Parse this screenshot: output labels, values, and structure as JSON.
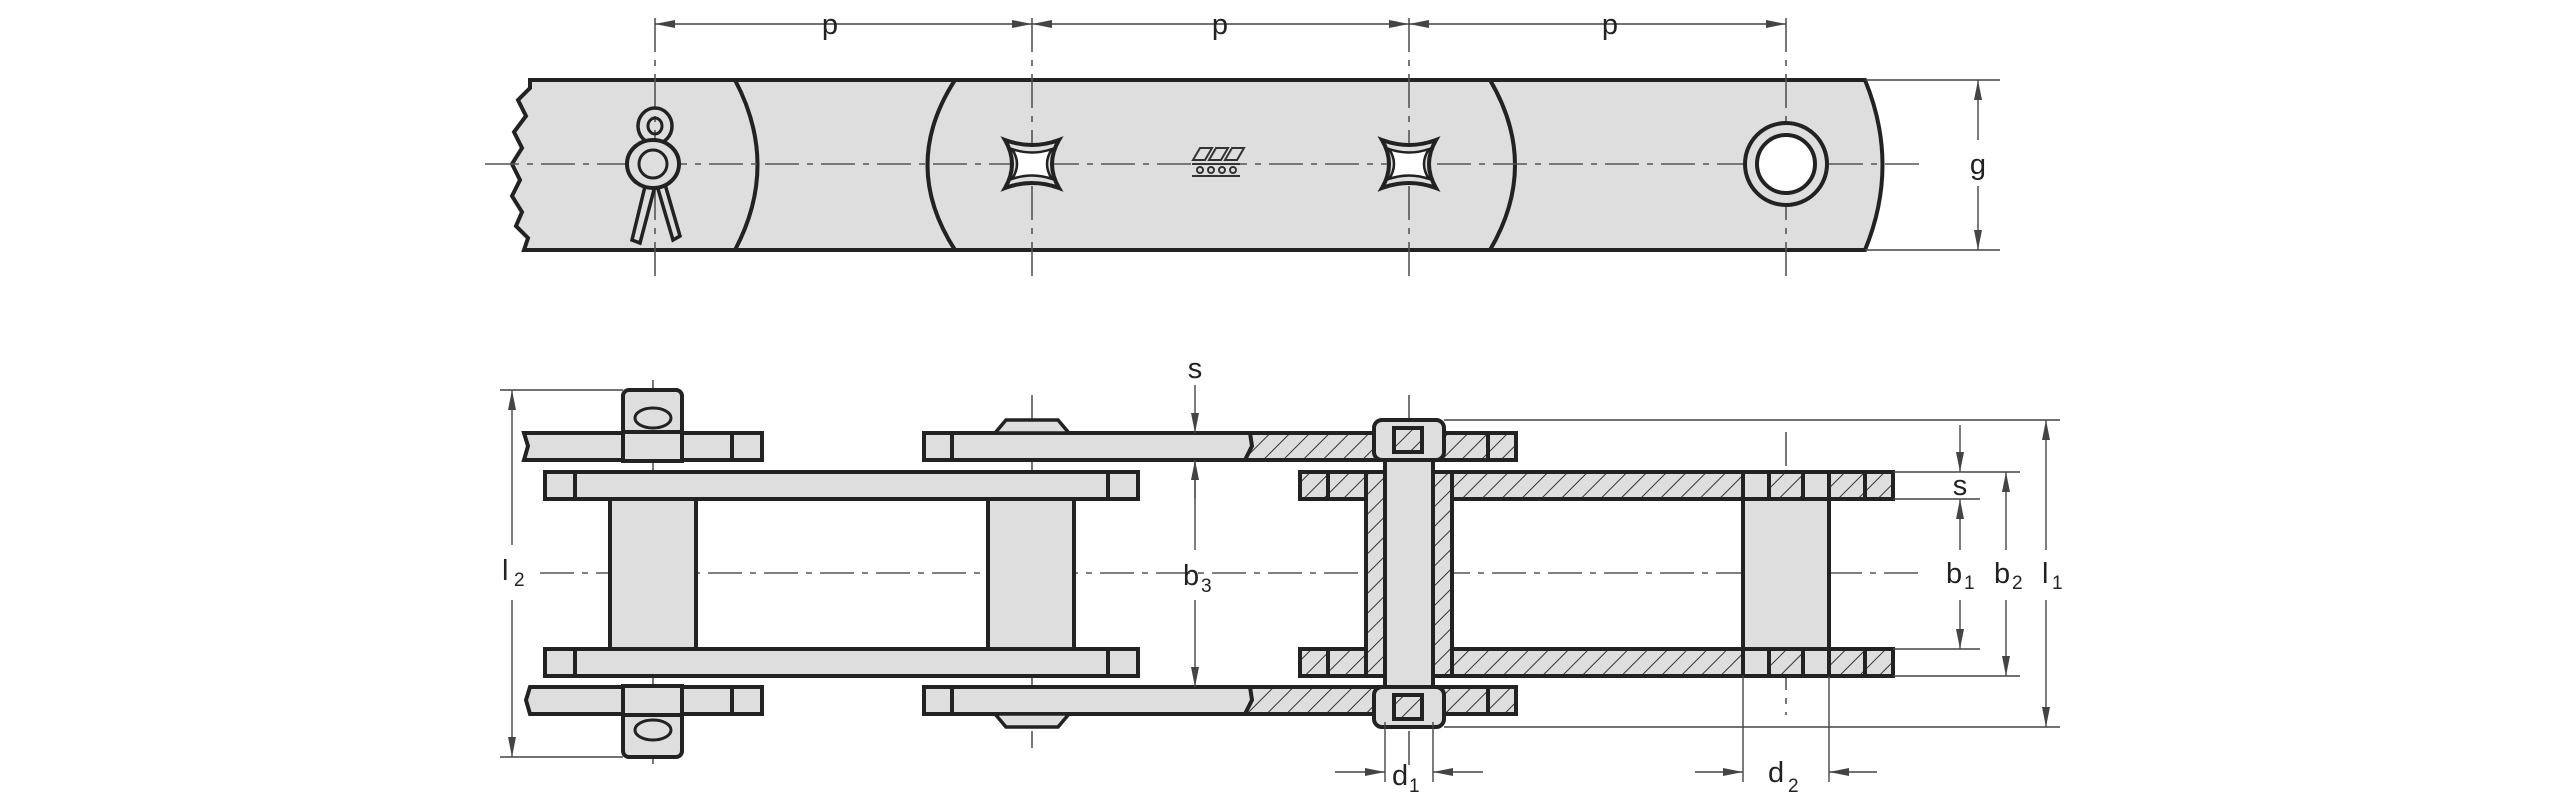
{
  "diagram": {
    "labels": {
      "pitch_1": "p",
      "pitch_2": "p",
      "pitch_3": "p",
      "plate_height": "g",
      "plate_thickness_top": "s",
      "plate_thickness_right": "s",
      "inner_width": "b",
      "inner_width_sub": "3",
      "width_b1": "b",
      "width_b1_sub": "1",
      "width_b2": "b",
      "width_b2_sub": "2",
      "length_l1": "l",
      "length_l1_sub": "1",
      "length_l2": "l",
      "length_l2_sub": "2",
      "pin_diameter": "d",
      "pin_diameter_sub": "1",
      "bush_diameter": "d",
      "bush_diameter_sub": "2"
    },
    "colors": {
      "part_fill": "#dedede",
      "outline": "#222222"
    },
    "icons": [
      "cotter-pin-icon",
      "manufacturer-logo-icon"
    ]
  }
}
